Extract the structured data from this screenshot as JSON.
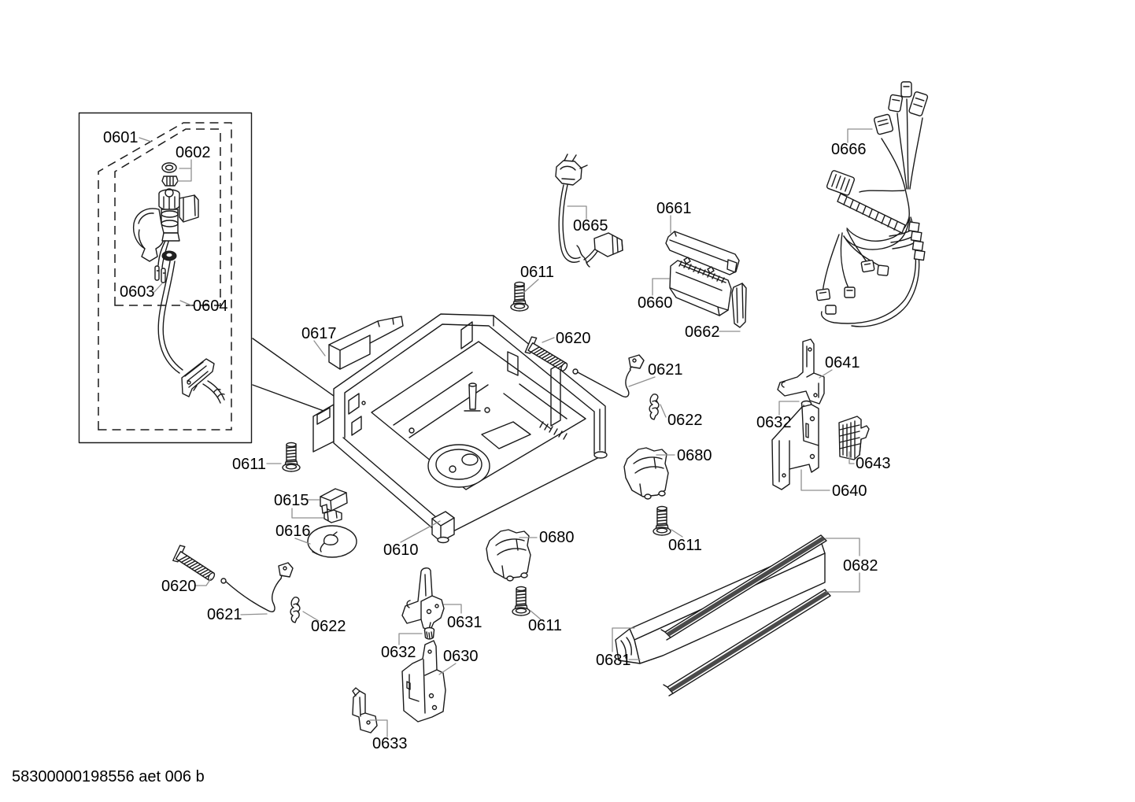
{
  "document": {
    "footer": "58300000198556 aet 006 b"
  },
  "colors": {
    "line": "#1a1a1a",
    "leader": "#8f8f8f",
    "strip_fill": "#4a4a4a",
    "background": "#ffffff",
    "text": "#000000"
  },
  "parts": {
    "0601": "0601",
    "0602": "0602",
    "0603": "0603",
    "0604": "0604",
    "0610": "0610",
    "0611": "0611",
    "0615": "0615",
    "0616": "0616",
    "0617": "0617",
    "0620": "0620",
    "0621": "0621",
    "0622": "0622",
    "0630": "0630",
    "0631": "0631",
    "0632": "0632",
    "0633": "0633",
    "0640": "0640",
    "0641": "0641",
    "0643": "0643",
    "0660": "0660",
    "0661": "0661",
    "0662": "0662",
    "0665": "0665",
    "0666": "0666",
    "0680": "0680",
    "0681": "0681",
    "0682": "0682"
  }
}
